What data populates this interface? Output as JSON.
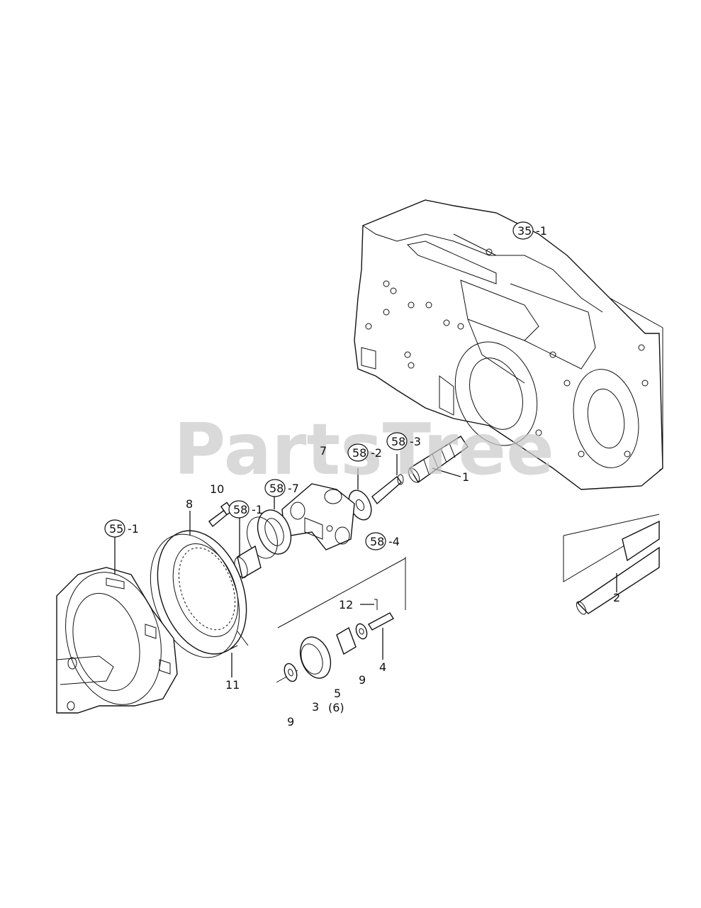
{
  "watermark": "PartsTree",
  "callouts": [
    {
      "ref": "35",
      "suffix": "-1"
    },
    {
      "ref": "58",
      "suffix": "-3"
    },
    {
      "ref": "58",
      "suffix": "-2"
    },
    {
      "ref": "58",
      "suffix": "-7"
    },
    {
      "ref": "58",
      "suffix": "-1"
    },
    {
      "ref": "58",
      "suffix": "-4"
    },
    {
      "ref": "55",
      "suffix": "-1"
    }
  ],
  "labels": {
    "p1": "1",
    "p2": "2",
    "p3": "3",
    "p4": "4",
    "p5": "5",
    "p6": "(6)",
    "p7": "7",
    "p8": "8",
    "p9a": "9",
    "p9b": "9",
    "p10": "10",
    "p11": "11",
    "p12": "12"
  }
}
